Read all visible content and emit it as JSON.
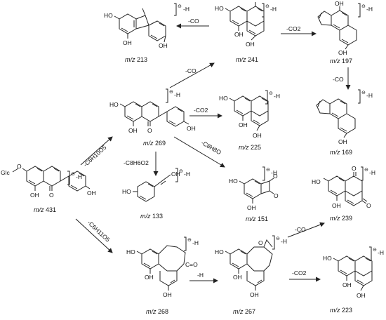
{
  "compounds": [
    {
      "key": "c213",
      "mz": "213",
      "groups": [
        "HO",
        "OH",
        "OH"
      ]
    },
    {
      "key": "c241",
      "mz": "241",
      "groups": [
        "HO",
        "OH",
        "OH"
      ]
    },
    {
      "key": "c197",
      "mz": "197",
      "groups": [
        "OH",
        "OH"
      ]
    },
    {
      "key": "c269",
      "mz": "269",
      "groups": [
        "HO",
        "OH",
        "OH",
        "O"
      ]
    },
    {
      "key": "c225",
      "mz": "225",
      "groups": [
        "HO",
        "OH",
        "OH"
      ]
    },
    {
      "key": "c169",
      "mz": "169",
      "groups": [
        "OH"
      ]
    },
    {
      "key": "c431",
      "mz": "431",
      "groups": [
        "Glc",
        "O",
        "OH",
        "O",
        "OH"
      ]
    },
    {
      "key": "c133",
      "mz": "133",
      "groups": [
        "HO",
        "OH"
      ]
    },
    {
      "key": "c151",
      "mz": "151",
      "groups": [
        "HO",
        "OH",
        "O",
        "O"
      ]
    },
    {
      "key": "c239",
      "mz": "239",
      "groups": [
        "HO",
        "OH",
        "O",
        "O"
      ]
    },
    {
      "key": "c268",
      "mz": "268",
      "groups": [
        "HO",
        "OH",
        "OH",
        "C=O"
      ]
    },
    {
      "key": "c267",
      "mz": "267",
      "groups": [
        "HO",
        "OH",
        "OH",
        "O"
      ]
    },
    {
      "key": "c223",
      "mz": "223",
      "groups": [
        "HO",
        "OH",
        "OH"
      ]
    }
  ],
  "mz_prefix": "m/z",
  "charge": "⊖",
  "loss_h": "-H",
  "reactions": {
    "r241_213": "-CO",
    "r241_197": "-CO2",
    "r269_241": "-CO",
    "r197_169": "-CO",
    "r269_225": "-CO2",
    "r269_151": "-C8H8O",
    "r269_133": "-C8H6O2",
    "r431_269": "-C6H10O5",
    "r431_268": "-C6H11O5",
    "r267_239": "-CO",
    "r268_267": "-H",
    "r267_223": "-CO2"
  }
}
